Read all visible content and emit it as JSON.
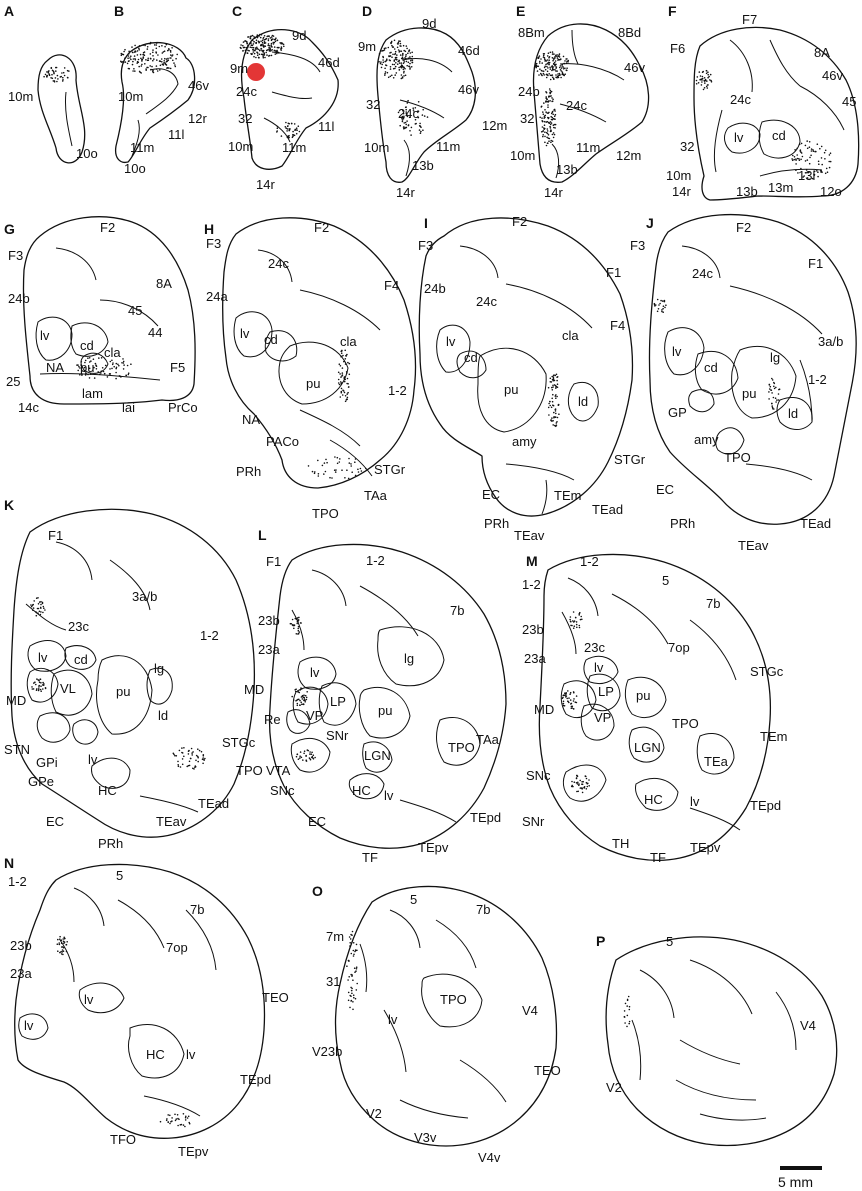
{
  "scale_bar": {
    "label": "5 mm"
  },
  "highlight_color": "#e02020",
  "label_color": "#111111",
  "panels": [
    {
      "letter": "A",
      "labels": [
        "10m",
        "10o"
      ]
    },
    {
      "letter": "B",
      "labels": [
        "10m",
        "46v",
        "12r",
        "11l",
        "11m",
        "10o"
      ]
    },
    {
      "letter": "C",
      "labels": [
        "9d",
        "9m",
        "46d",
        "24c",
        "32",
        "11l",
        "10m",
        "11m",
        "14r"
      ]
    },
    {
      "letter": "D",
      "labels": [
        "9d",
        "9m",
        "46d",
        "46v",
        "32",
        "24c",
        "12m",
        "11m",
        "10m",
        "13b",
        "14r"
      ]
    },
    {
      "letter": "E",
      "labels": [
        "8Bm",
        "8Bd",
        "46v",
        "24b",
        "24c",
        "32",
        "12m",
        "11m",
        "10m",
        "13b",
        "14r"
      ]
    },
    {
      "letter": "F",
      "labels": [
        "F7",
        "F6",
        "8A",
        "46v",
        "45",
        "24c",
        "lv",
        "cd",
        "32",
        "10m",
        "14r",
        "13b",
        "13m",
        "13l",
        "12o"
      ]
    },
    {
      "letter": "G",
      "labels": [
        "F2",
        "F3",
        "8A",
        "24b",
        "45",
        "44",
        "lv",
        "cd",
        "cla",
        "pu",
        "NA",
        "F5",
        "25",
        "14c",
        "lam",
        "lai",
        "PrCo"
      ]
    },
    {
      "letter": "H",
      "labels": [
        "F2",
        "F3",
        "24c",
        "F4",
        "24a",
        "lv",
        "cd",
        "cla",
        "pu",
        "1-2",
        "NA",
        "PACo",
        "PRh",
        "STGr",
        "TAa",
        "TPO"
      ]
    },
    {
      "letter": "I",
      "labels": [
        "F2",
        "F3",
        "F1",
        "24b",
        "24c",
        "F4",
        "lv",
        "cla",
        "cd",
        "pu",
        "ld",
        "amy",
        "STGr",
        "EC",
        "TEm",
        "PRh",
        "TEad",
        "TEav"
      ]
    },
    {
      "letter": "J",
      "labels": [
        "F2",
        "F3",
        "F1",
        "24c",
        "lv",
        "3a/b",
        "lg",
        "1-2",
        "cd",
        "GP",
        "pu",
        "ld",
        "amy",
        "TPO",
        "EC",
        "PRh",
        "TEad",
        "TEav"
      ]
    },
    {
      "letter": "K",
      "labels": [
        "F1",
        "3a/b",
        "1-2",
        "23c",
        "lv",
        "cd",
        "lg",
        "MD",
        "VL",
        "pu",
        "ld",
        "STN",
        "STGc",
        "GPi",
        "lv",
        "TPO",
        "GPe",
        "HC",
        "TEad",
        "EC",
        "TEav",
        "PRh"
      ]
    },
    {
      "letter": "L",
      "labels": [
        "F1",
        "1-2",
        "7b",
        "23b",
        "23a",
        "lv",
        "lg",
        "MD",
        "LP",
        "Re",
        "VP",
        "pu",
        "SNr",
        "TAa",
        "LGN",
        "TPO",
        "VTA",
        "SNc",
        "HC",
        "lv",
        "EC",
        "TEpd",
        "TF",
        "TEpv"
      ]
    },
    {
      "letter": "M",
      "labels": [
        "1-2",
        "1-2",
        "5",
        "7b",
        "23b",
        "23c",
        "23a",
        "7op",
        "STGc",
        "lv",
        "MD",
        "LP",
        "pu",
        "VP",
        "TPO",
        "TEm",
        "LGN",
        "TEa",
        "SNc",
        "HC",
        "lv",
        "TEpd",
        "SNr",
        "TH",
        "TF",
        "TEpv"
      ]
    },
    {
      "letter": "N",
      "labels": [
        "1-2",
        "5",
        "7b",
        "23b",
        "7op",
        "23a",
        "TEO",
        "lv",
        "lv",
        "HC",
        "lv",
        "TEpd",
        "TFO",
        "TEpv"
      ]
    },
    {
      "letter": "O",
      "labels": [
        "5",
        "7m",
        "7b",
        "31",
        "TPO",
        "lv",
        "V4",
        "V23b",
        "TEO",
        "V2",
        "V3v",
        "V4v"
      ]
    },
    {
      "letter": "P",
      "labels": [
        "5",
        "V4",
        "V2"
      ]
    }
  ]
}
